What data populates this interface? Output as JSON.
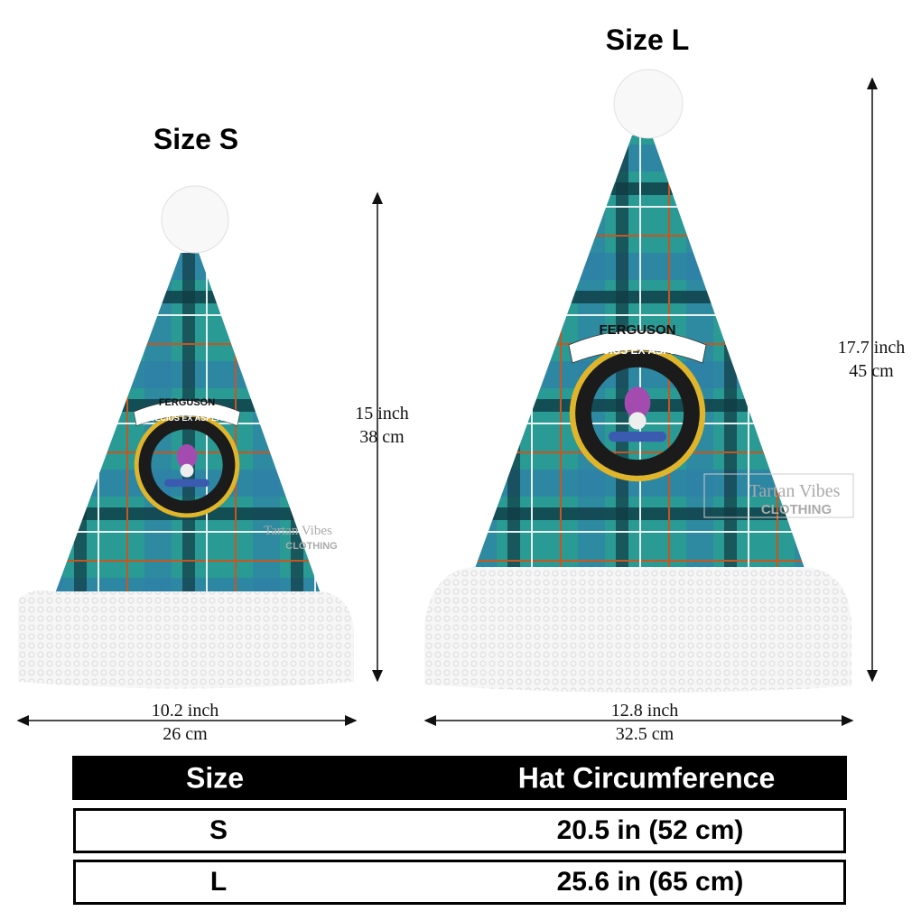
{
  "sizes": [
    {
      "label": "Size S",
      "height_in": "15 inch",
      "height_cm": "38 cm",
      "width_in": "10.2 inch",
      "width_cm": "26 cm"
    },
    {
      "label": "Size L",
      "height_in": "17.7 inch",
      "height_cm": "45 cm",
      "width_in": "12.8 inch",
      "width_cm": "32.5 cm"
    }
  ],
  "crest": {
    "clan": "FERGUSON",
    "motto": "DULCIUS EX ASPERIS"
  },
  "watermark": {
    "line1": "Tartan Vibes",
    "line2": "CLOTHING"
  },
  "table": {
    "headers": [
      "Size",
      "Hat Circumference"
    ],
    "rows": [
      {
        "size": "S",
        "circumference": "20.5 in (52 cm)"
      },
      {
        "size": "L",
        "circumference": "25.6 in (65 cm)"
      }
    ]
  },
  "colors": {
    "tartan_base": "#2a9a94",
    "tartan_dark": "#0f3b45",
    "tartan_blue": "#2f7fa8",
    "tartan_orange": "#c8561e",
    "fur": "#f4f4f4"
  }
}
